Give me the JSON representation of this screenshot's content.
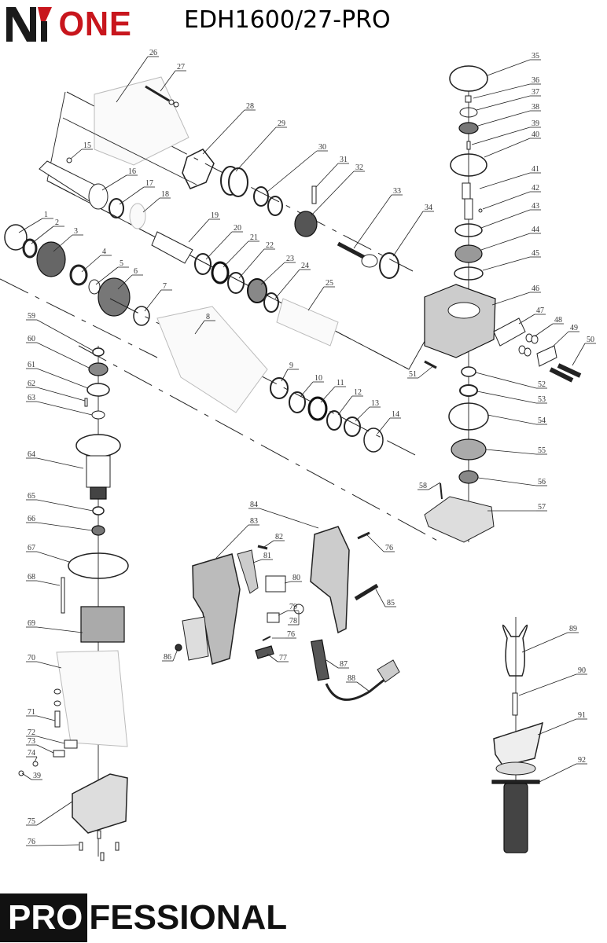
{
  "header": {
    "brand_prefix": "N",
    "brand_name": "ONE",
    "model": "EDH1600/27-PRO"
  },
  "colors": {
    "brand_red": "#c8161d",
    "brand_black": "#1a1a1a"
  },
  "footer": {
    "highlight": "PRO",
    "rest": "FESSIONAL"
  },
  "parts": {
    "p1": "1",
    "p2": "2",
    "p3": "3",
    "p4": "4",
    "p5": "5",
    "p6": "6",
    "p7": "7",
    "p8": "8",
    "p9": "9",
    "p10": "10",
    "p11": "11",
    "p12": "12",
    "p13": "13",
    "p14": "14",
    "p15": "15",
    "p16": "16",
    "p17": "17",
    "p18": "18",
    "p19": "19",
    "p20": "20",
    "p21": "21",
    "p22": "22",
    "p23": "23",
    "p24": "24",
    "p25": "25",
    "p26": "26",
    "p27": "27",
    "p28": "28",
    "p29": "29",
    "p30": "30",
    "p31": "31",
    "p32": "32",
    "p33": "33",
    "p34": "34",
    "p35": "35",
    "p36": "36",
    "p37": "37",
    "p38": "38",
    "p39": "39",
    "p40": "40",
    "p41": "41",
    "p42": "42",
    "p43": "43",
    "p44": "44",
    "p45": "45",
    "p46": "46",
    "p47": "47",
    "p48": "48",
    "p49": "49",
    "p50": "50",
    "p51": "51",
    "p52": "52",
    "p53": "53",
    "p54": "54",
    "p55": "55",
    "p56": "56",
    "p57": "57",
    "p58": "58",
    "p59": "59",
    "p60": "60",
    "p61": "61",
    "p62": "62",
    "p63": "63",
    "p64": "64",
    "p65": "65",
    "p66": "66",
    "p67": "67",
    "p68": "68",
    "p69": "69",
    "p70": "70",
    "p71": "71",
    "p72": "72",
    "p73": "73",
    "p74": "74",
    "p75": "75",
    "p76": "76",
    "p77": "77",
    "p78": "78",
    "p79": "79",
    "p80": "80",
    "p81": "81",
    "p82": "82",
    "p83": "83",
    "p84": "84",
    "p85": "85",
    "p86": "86",
    "p87": "87",
    "p88": "88",
    "p89": "89",
    "p90": "90",
    "p91": "91",
    "p92": "92",
    "p39b": "39",
    "p76b": "76",
    "p76c": "76",
    "p76d": "76"
  }
}
